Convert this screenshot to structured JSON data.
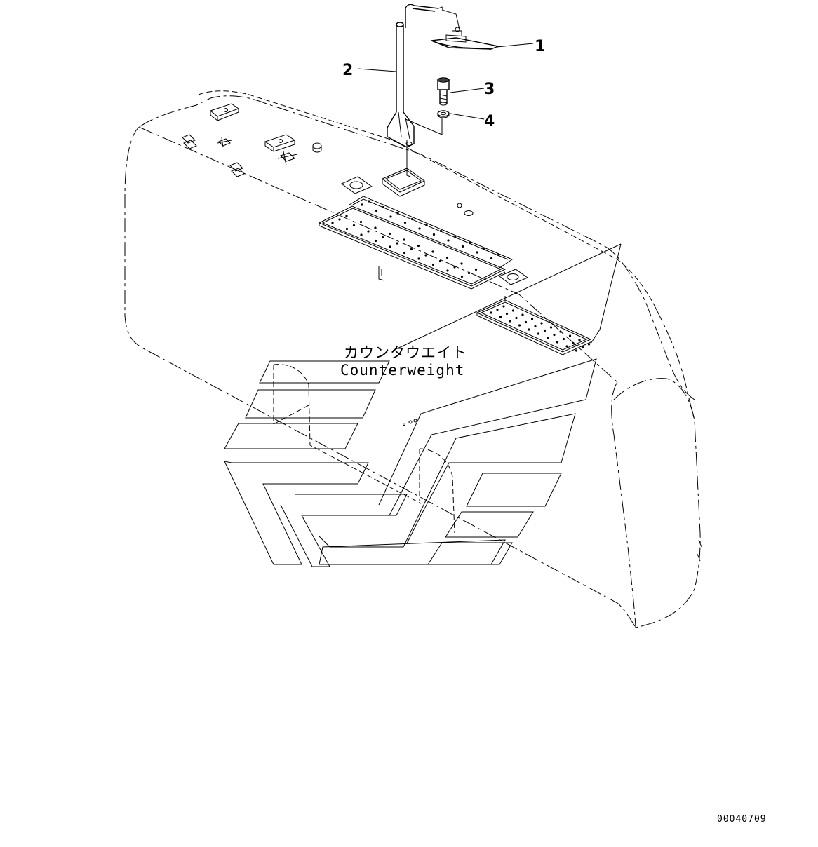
{
  "parts": [
    {
      "number": "1"
    },
    {
      "number": "2"
    },
    {
      "number": "3"
    },
    {
      "number": "4"
    }
  ],
  "callout": {
    "japanese": "カウンタウエイト",
    "english": "Counterweight"
  },
  "drawing_number": "00040709"
}
